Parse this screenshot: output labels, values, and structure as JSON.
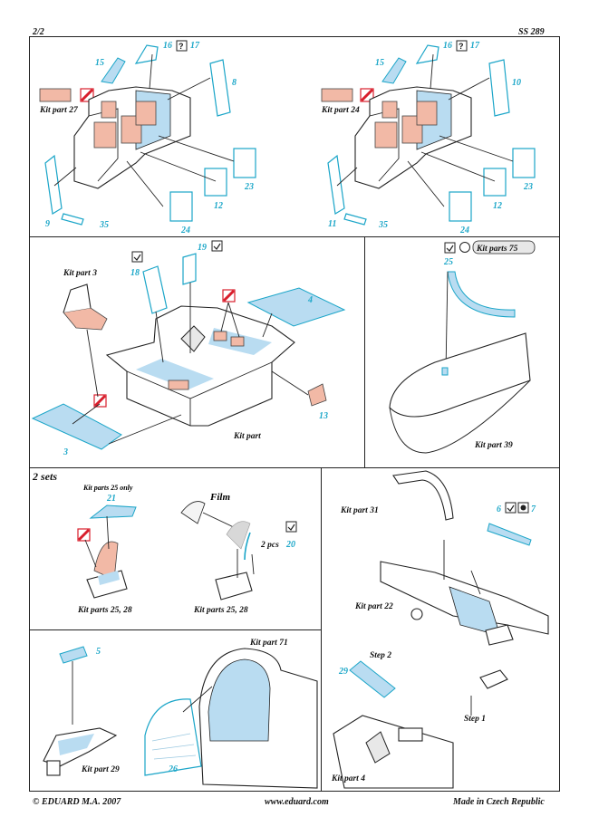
{
  "header": {
    "page": "2/2",
    "code": "SS 289"
  },
  "panel1": {
    "left": {
      "kit_part": "Kit part 27",
      "numbers": [
        "15",
        "16",
        "17",
        "8",
        "9",
        "35",
        "24",
        "12",
        "23"
      ]
    },
    "right": {
      "kit_part": "Kit part 24",
      "numbers": [
        "15",
        "16",
        "17",
        "10",
        "11",
        "35",
        "24",
        "12",
        "23"
      ]
    }
  },
  "panel2": {
    "kit_part_3": "Kit part 3",
    "kit_part": "Kit part",
    "numbers": {
      "n18": "18",
      "n19": "19",
      "n4": "4",
      "n13": "13",
      "n3": "3"
    }
  },
  "panel3": {
    "label_top": "Kit parts 75",
    "num25": "25",
    "kit_part_39": "Kit part 39"
  },
  "panel4": {
    "title": "2 sets",
    "only": "Kit parts 25 only",
    "num21": "21",
    "film": "Film",
    "pcs": "2 pcs",
    "num20": "20",
    "kp_left": "Kit parts 25, 28",
    "kp_right": "Kit parts 25, 28"
  },
  "panel5": {
    "num5": "5",
    "kit_part_29": "Kit part 29",
    "kit_part_71": "Kit part 71",
    "num26": "26"
  },
  "panel6": {
    "kit_part_31": "Kit part 31",
    "num6": "6",
    "num7": "7",
    "kit_part_22": "Kit part 22",
    "step2": "Step 2",
    "num29": "29",
    "step1": "Step 1",
    "kit_part_4": "Kit part 4"
  },
  "footer": {
    "left": "© EDUARD  M.A. 2007",
    "center": "www.eduard.com",
    "right": "Made in Czech Republic"
  },
  "colors": {
    "photo_etch": "#b9dcf1",
    "part_number": "#1fa8c9",
    "flesh_paint": "#f2b9a6",
    "red_symbol": "#d81e2c"
  }
}
